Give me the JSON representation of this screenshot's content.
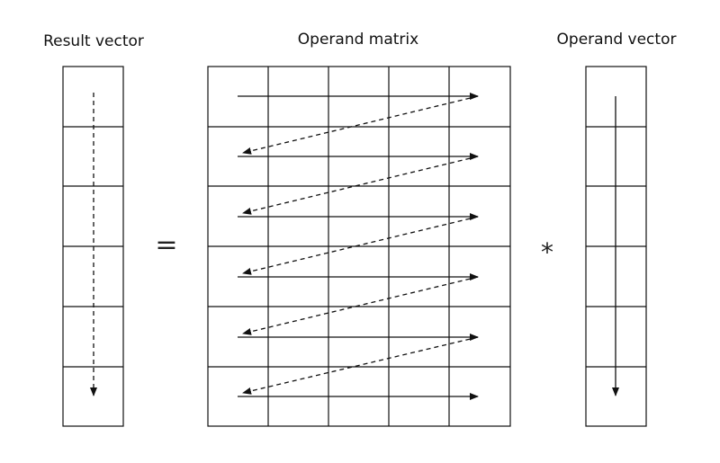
{
  "labels": {
    "result": "Result vector",
    "matrix": "Operand matrix",
    "operand": "Operand vector"
  },
  "operators": {
    "equals": "=",
    "multiply": "*"
  },
  "grid": {
    "rows": 6,
    "matrix_cols": 5
  }
}
